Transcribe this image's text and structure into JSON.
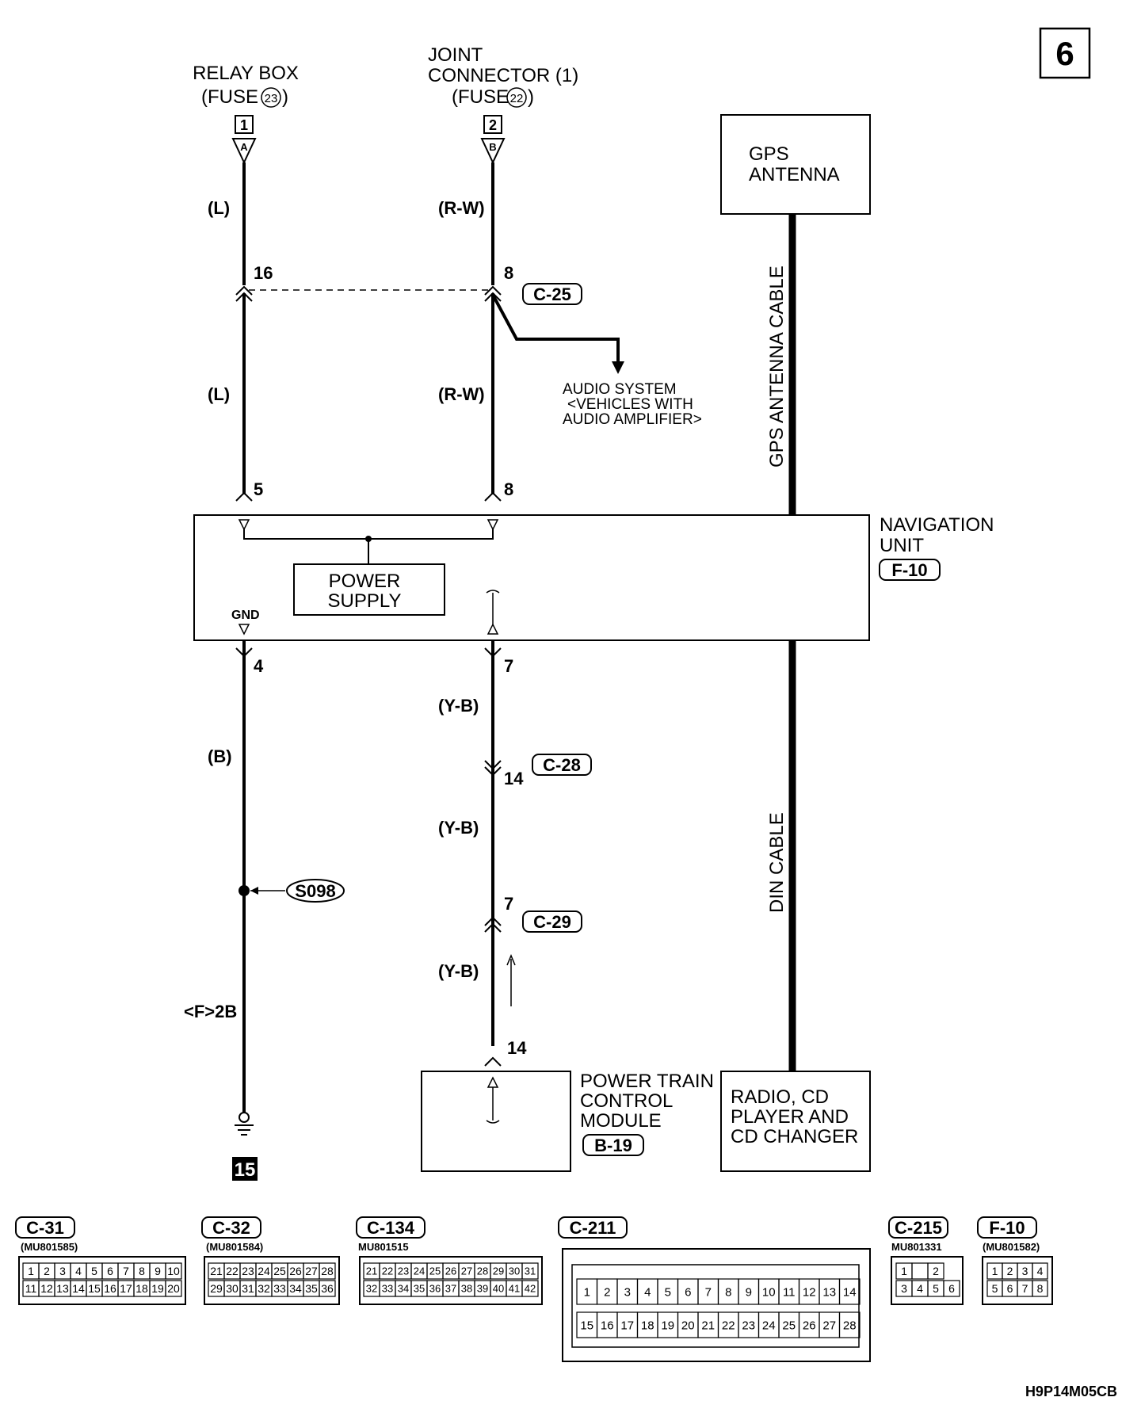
{
  "page_number": "6",
  "diagram_code": "H9P14M05CB",
  "sources": {
    "relay_box": {
      "line1": "RELAY BOX",
      "line2": "(FUSE",
      "fuse": "23",
      "close": ")",
      "terminal": "1",
      "letter": "A"
    },
    "joint_connector": {
      "line1": "JOINT",
      "line2": "CONNECTOR (1)",
      "line3": "(FUSE",
      "fuse": "22",
      "close": ")",
      "terminal": "2",
      "letter": "B"
    }
  },
  "wires": {
    "l_top": "(L)",
    "l_mid": "(L)",
    "rw_top": "(R-W)",
    "rw_mid": "(R-W)",
    "yb_1": "(Y-B)",
    "yb_2": "(Y-B)",
    "yb_3": "(Y-B)",
    "b": "(B)"
  },
  "pins": {
    "p16": "16",
    "p8a": "8",
    "p5": "5",
    "p8b": "8",
    "p4": "4",
    "p7a": "7",
    "p14a": "14",
    "p7b": "7",
    "p14b": "14"
  },
  "connectors": {
    "c25": "C-25",
    "c28": "C-28",
    "c29": "C-29",
    "f10": "F-10",
    "b19": "B-19",
    "s098": "S098"
  },
  "audio_note": {
    "line1": "AUDIO SYSTEM",
    "line2": "<VEHICLES WITH",
    "line3": "AUDIO  AMPLIFIER>"
  },
  "gps": {
    "antenna_line1": "GPS",
    "antenna_line2": "ANTENNA",
    "cable": "GPS ANTENNA CABLE"
  },
  "din_cable": "DIN CABLE",
  "nav_unit": {
    "line1": "NAVIGATION",
    "line2": "UNIT",
    "gnd": "GND",
    "power_line1": "POWER",
    "power_line2": "SUPPLY"
  },
  "pcm": {
    "line1": "POWER TRAIN",
    "line2": "CONTROL",
    "line3": "MODULE"
  },
  "radio": {
    "line1": "RADIO, CD",
    "line2": "PLAYER AND",
    "line3": "CD CHANGER"
  },
  "ground": {
    "ref": "<F>2B",
    "number": "15"
  },
  "connector_views": [
    {
      "id": "C-31",
      "part": "(MU801585)",
      "row1": [
        "1",
        "2",
        "3",
        "4",
        "5",
        "6",
        "7",
        "8",
        "9",
        "10"
      ],
      "row2": [
        "11",
        "12",
        "13",
        "14",
        "15",
        "16",
        "17",
        "18",
        "19",
        "20"
      ]
    },
    {
      "id": "C-32",
      "part": "(MU801584)",
      "row1": [
        "21",
        "22",
        "23",
        "24",
        "25",
        "26",
        "27",
        "28"
      ],
      "row2": [
        "29",
        "30",
        "31",
        "32",
        "33",
        "34",
        "35",
        "36"
      ]
    },
    {
      "id": "C-134",
      "part": "MU801515",
      "row1": [
        "21",
        "22",
        "23",
        "24",
        "25",
        "26",
        "27",
        "28",
        "29",
        "30",
        "31"
      ],
      "row2": [
        "32",
        "33",
        "34",
        "35",
        "36",
        "37",
        "38",
        "39",
        "40",
        "41",
        "42"
      ]
    },
    {
      "id": "C-211",
      "part": "",
      "row1": [
        "1",
        "2",
        "3",
        "4",
        "5",
        "6",
        "7",
        "8",
        "9",
        "10",
        "11",
        "12",
        "13",
        "14"
      ],
      "row2": [
        "15",
        "16",
        "17",
        "18",
        "19",
        "20",
        "21",
        "22",
        "23",
        "24",
        "25",
        "26",
        "27",
        "28"
      ]
    },
    {
      "id": "C-215",
      "part": "MU801331",
      "row1": [
        "1",
        "",
        "2"
      ],
      "row2": [
        "3",
        "4",
        "5",
        "6"
      ]
    },
    {
      "id": "F-10",
      "part": "(MU801582)",
      "row1": [
        "1",
        "2",
        "3",
        "4"
      ],
      "row2": [
        "5",
        "6",
        "7",
        "8"
      ]
    }
  ]
}
